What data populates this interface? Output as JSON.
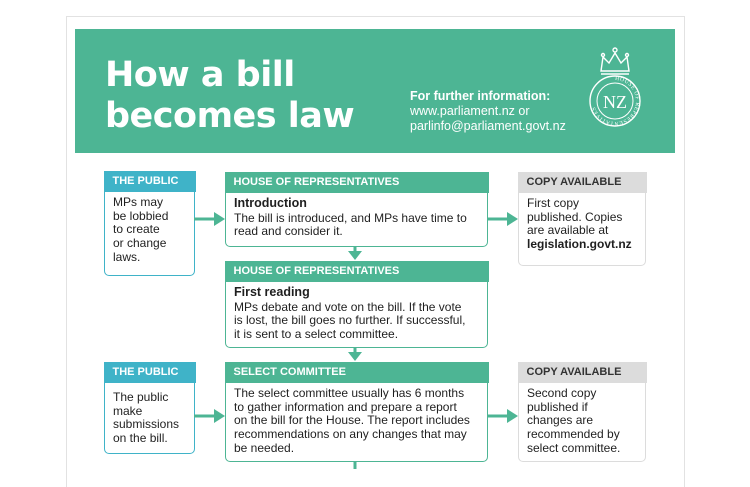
{
  "header": {
    "title_line1": "How a bill",
    "title_line2": "becomes law",
    "info_heading": "For further information:",
    "info_web": "www.parliament.nz or",
    "info_email": "parlinfo@parliament.govt.nz",
    "logo": {
      "text": "NZ",
      "ring_text": "HOUSE OF REPRESENTATIVES",
      "icon": "crown-icon"
    }
  },
  "colors": {
    "banner": "#4db594",
    "public": "#3fb3c8",
    "house": "#4db594",
    "copy": "#dcdcdc",
    "arrow": "#4db594"
  },
  "rows": [
    {
      "public": {
        "label": "THE PUBLIC",
        "lines": [
          "MPs may",
          "be lobbied",
          "to create",
          "or change",
          "laws."
        ]
      },
      "house": {
        "label": "HOUSE OF REPRESENTATIVES",
        "stage": "Introduction",
        "lines": [
          "The bill is introduced, and MPs have time to",
          "read and consider it."
        ]
      },
      "copy": {
        "label": "COPY AVAILABLE",
        "lines": [
          "First copy",
          "published. Copies",
          "are available at"
        ],
        "emphasis": "legislation.govt.nz"
      }
    },
    {
      "house": {
        "label": "HOUSE OF REPRESENTATIVES",
        "stage": "First reading",
        "lines": [
          "MPs debate and vote on the bill. If the vote",
          "is lost, the bill goes no further. If successful,",
          "it is sent to a select committee."
        ]
      }
    },
    {
      "public": {
        "label": "THE PUBLIC",
        "lines": [
          "The public",
          "make",
          "submissions",
          "on the bill."
        ]
      },
      "house": {
        "label": "SELECT COMMITTEE",
        "lines": [
          "The select committee usually has 6 months",
          "to gather information and prepare a report",
          "on the bill for the House. The report includes",
          "recommendations on any changes that may",
          "be needed."
        ]
      },
      "copy": {
        "label": "COPY AVAILABLE",
        "lines": [
          "Second copy",
          "published if",
          "changes are",
          "recommended by",
          "select committee."
        ]
      }
    }
  ]
}
